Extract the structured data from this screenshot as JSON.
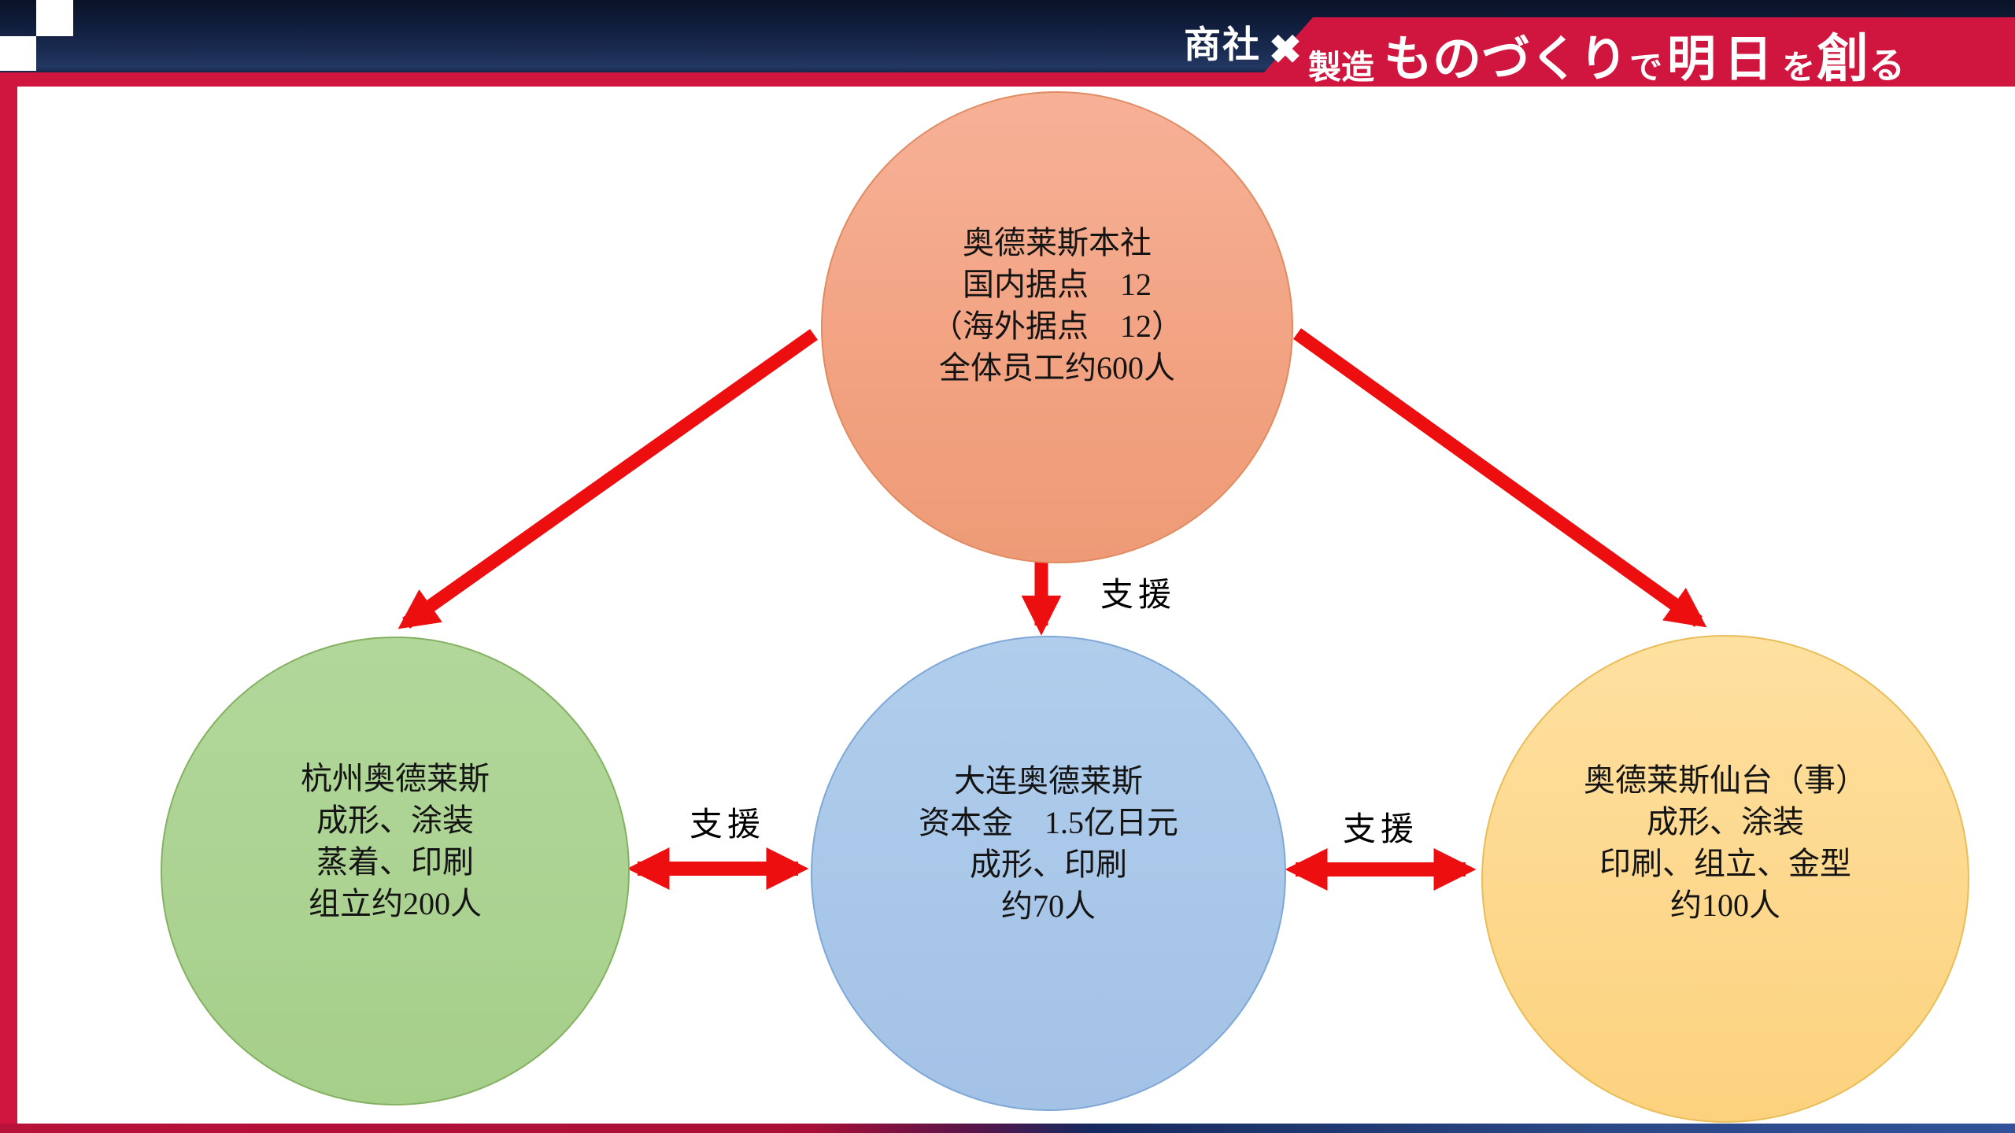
{
  "header": {
    "tag": "商社",
    "cross": "✖",
    "subtitle": "製造",
    "title_parts": [
      {
        "text": "ものづくり"
      },
      {
        "text": "で"
      },
      {
        "text": "明日"
      },
      {
        "text": "を"
      },
      {
        "text": "創"
      },
      {
        "text": "る"
      }
    ]
  },
  "colors": {
    "frame_red": "#d0163e",
    "arrow_red": "#ed0f0f",
    "navy_top": "#0a1226",
    "navy_bottom": "#223862",
    "node_headquarters": "#f2a382",
    "node_hangzhou": "#a6cf8a",
    "node_dalian": "#a3c2e5",
    "node_sendai": "#fcd27e"
  },
  "diagram": {
    "nodes": [
      {
        "id": "headquarters",
        "lines": [
          "奥德莱斯本社",
          "国内据点　12",
          "（海外据点　12）",
          "全体员工约600人"
        ]
      },
      {
        "id": "hangzhou",
        "lines": [
          "杭州奥德莱斯",
          "成形、涂装",
          "蒸着、印刷",
          "组立约200人"
        ]
      },
      {
        "id": "dalian",
        "lines": [
          "大连奥德莱斯",
          "资本金　1.5亿日元",
          "成形、印刷",
          "约70人"
        ]
      },
      {
        "id": "sendai",
        "lines": [
          "奥德莱斯仙台（事）",
          "成形、涂装",
          "印刷、组立、金型",
          "约100人"
        ]
      }
    ],
    "edges": [
      {
        "from": "headquarters",
        "to": "hangzhou",
        "label": "",
        "bidirectional": false
      },
      {
        "from": "headquarters",
        "to": "dalian",
        "label": "支援",
        "bidirectional": false
      },
      {
        "from": "headquarters",
        "to": "sendai",
        "label": "",
        "bidirectional": false
      },
      {
        "from": "hangzhou",
        "to": "dalian",
        "label": "支援",
        "bidirectional": true
      },
      {
        "from": "dalian",
        "to": "sendai",
        "label": "支援",
        "bidirectional": true
      }
    ]
  }
}
